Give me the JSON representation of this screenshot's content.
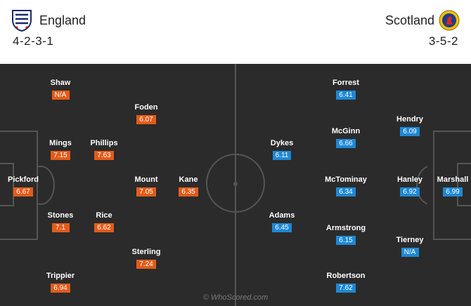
{
  "home": {
    "name": "England",
    "formation": "4-2-3-1",
    "crest_icon": "three-lions-crest-icon",
    "rating_color": "#e35b1a",
    "players": [
      {
        "name": "Shaw",
        "rating": "N/A"
      },
      {
        "name": "Foden",
        "rating": "6.07"
      },
      {
        "name": "Mings",
        "rating": "7.15"
      },
      {
        "name": "Phillips",
        "rating": "7.63"
      },
      {
        "name": "Pickford",
        "rating": "6.67"
      },
      {
        "name": "Mount",
        "rating": "7.05"
      },
      {
        "name": "Kane",
        "rating": "6.35"
      },
      {
        "name": "Stones",
        "rating": "7.1"
      },
      {
        "name": "Rice",
        "rating": "6.62"
      },
      {
        "name": "Sterling",
        "rating": "7.24"
      },
      {
        "name": "Trippier",
        "rating": "6.94"
      }
    ]
  },
  "away": {
    "name": "Scotland",
    "formation": "3-5-2",
    "crest_icon": "lion-rampant-crest-icon",
    "rating_color": "#1e88d4",
    "players": [
      {
        "name": "Forrest",
        "rating": "6.41"
      },
      {
        "name": "Hendry",
        "rating": "6.09"
      },
      {
        "name": "McGinn",
        "rating": "6.66"
      },
      {
        "name": "Dykes",
        "rating": "6.11"
      },
      {
        "name": "McTominay",
        "rating": "6.34"
      },
      {
        "name": "Hanley",
        "rating": "6.92"
      },
      {
        "name": "Marshall",
        "rating": "6.99"
      },
      {
        "name": "Adams",
        "rating": "6.45"
      },
      {
        "name": "Armstrong",
        "rating": "6.15"
      },
      {
        "name": "Tierney",
        "rating": "N/A"
      },
      {
        "name": "Robertson",
        "rating": "7.62"
      }
    ]
  },
  "watermark": "© WhoScored.com"
}
